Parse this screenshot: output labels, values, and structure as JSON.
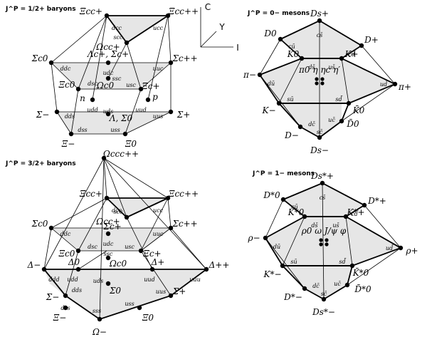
{
  "axes": {
    "labels": [
      "C",
      "Y",
      "I"
    ]
  },
  "panels": [
    {
      "id": "baryons-half",
      "title": "J^P = 1/2+ baryons",
      "nodes": [
        {
          "label": "Ξcc+",
          "q": "dcc"
        },
        {
          "label": "Ξcc++",
          "q": "ucc"
        },
        {
          "label": "Ωcc+",
          "q": "scc"
        },
        {
          "label": "Σc0",
          "q": "ddc"
        },
        {
          "label": "Σc++",
          "q": "uuc"
        },
        {
          "label": "Λc+, Σc+",
          "q": "udc"
        },
        {
          "label": "Ξc0",
          "q": "dsc"
        },
        {
          "label": "Ξc+",
          "q": "usc"
        },
        {
          "label": "Ωc0",
          "q": "ssc"
        },
        {
          "label": "n",
          "q": "udd"
        },
        {
          "label": "p",
          "q": "uud"
        },
        {
          "label": "Σ−",
          "q": "dds"
        },
        {
          "label": "Σ+",
          "q": "uus"
        },
        {
          "label": "Λ, Σ0",
          "q": "uds"
        },
        {
          "label": "Ξ−",
          "q": "dss"
        },
        {
          "label": "Ξ0",
          "q": "uss"
        }
      ]
    },
    {
      "id": "mesons-0",
      "title": "J^P = 0− mesons",
      "nodes": [
        {
          "label": "Ds+",
          "q": "cs̄"
        },
        {
          "label": "D0",
          "q": "cū"
        },
        {
          "label": "D+",
          "q": "cd̄"
        },
        {
          "label": "K0",
          "q": "ds̄"
        },
        {
          "label": "K+",
          "q": "us̄"
        },
        {
          "label": "π−",
          "q": "dū"
        },
        {
          "label": "π+",
          "q": "ud̄"
        },
        {
          "label": "π0 η ηc η′",
          "q": ""
        },
        {
          "label": "K−",
          "q": "sū"
        },
        {
          "label": "K̄0",
          "q": "sd̄"
        },
        {
          "label": "D−",
          "q": "dc̄"
        },
        {
          "label": "D̄0",
          "q": "uc̄"
        },
        {
          "label": "Ds−",
          "q": "sc̄"
        }
      ]
    },
    {
      "id": "baryons-three-half",
      "title": "J^P = 3/2+ baryons",
      "nodes": [
        {
          "label": "Ωccc++",
          "q": ""
        },
        {
          "label": "Ξcc+",
          "q": "dcc"
        },
        {
          "label": "Ξcc++",
          "q": "ucc"
        },
        {
          "label": "Ωcc+",
          "q": "scc"
        },
        {
          "label": "Σc0",
          "q": "ddc"
        },
        {
          "label": "Σc++",
          "q": "uuc"
        },
        {
          "label": "Σc+",
          "q": "udc"
        },
        {
          "label": "Ξc0",
          "q": "dsc"
        },
        {
          "label": "Ξc+",
          "q": "usc"
        },
        {
          "label": "Ωc0",
          "q": "ssc"
        },
        {
          "label": "Δ−",
          "q": "ddd"
        },
        {
          "label": "Δ0",
          "q": "udd"
        },
        {
          "label": "Δ+",
          "q": "uud"
        },
        {
          "label": "Δ++",
          "q": "uuu"
        },
        {
          "label": "Σ−",
          "q": "dds"
        },
        {
          "label": "Σ0",
          "q": "uds"
        },
        {
          "label": "Σ+",
          "q": "uus"
        },
        {
          "label": "Ξ−",
          "q": "dss"
        },
        {
          "label": "Ξ0",
          "q": "uss"
        },
        {
          "label": "Ω−",
          "q": "sss"
        }
      ]
    },
    {
      "id": "mesons-1",
      "title": "J^P = 1− mesons",
      "nodes": [
        {
          "label": "Ds*+",
          "q": "cs̄"
        },
        {
          "label": "D*0",
          "q": "cū"
        },
        {
          "label": "D*+",
          "q": "cd̄"
        },
        {
          "label": "K*0",
          "q": "ds̄"
        },
        {
          "label": "K*+",
          "q": "us̄"
        },
        {
          "label": "ρ−",
          "q": "dū"
        },
        {
          "label": "ρ+",
          "q": "ud̄"
        },
        {
          "label": "ρ0 ω J/ψ φ",
          "q": ""
        },
        {
          "label": "K*−",
          "q": "sū"
        },
        {
          "label": "K̄*0",
          "q": "sd̄"
        },
        {
          "label": "D*−",
          "q": "dc̄"
        },
        {
          "label": "D̄*0",
          "q": "uc̄"
        },
        {
          "label": "Ds*−",
          "q": "sc̄"
        }
      ]
    }
  ]
}
